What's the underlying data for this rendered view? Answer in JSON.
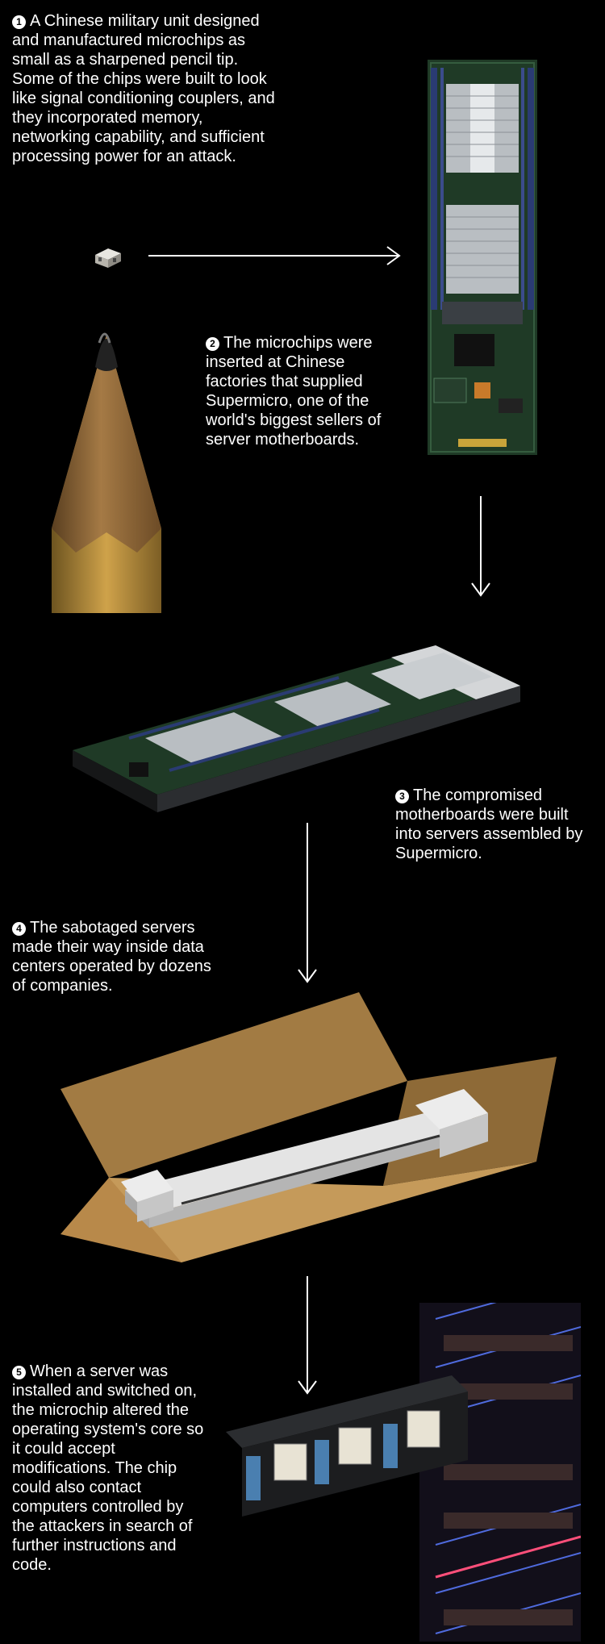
{
  "steps": [
    {
      "num": "1",
      "text": "A Chinese military unit designed and manufactured microchips as small as a sharpened pencil tip. Some of the chips were built to look like signal conditioning couplers, and they incorporated memory, networking capability, and sufficient processing power for an attack."
    },
    {
      "num": "2",
      "text": "The microchips were inserted at Chinese factories that supplied Supermicro, one of the world's biggest sellers of server motherboards."
    },
    {
      "num": "3",
      "text": "The compromised motherboards were built into servers assembled by Supermicro."
    },
    {
      "num": "4",
      "text": "The sabotaged servers made their way inside data centers operated by dozens of companies."
    },
    {
      "num": "5",
      "text": "When a server was installed and switched on, the microchip altered the operating system's core so it could accept modifications. The chip could also contact computers controlled by the attackers in search of further instructions and code."
    }
  ],
  "colors": {
    "background": "#000000",
    "text": "#ffffff",
    "pcb": "#1f3a26",
    "heatsink": "#b9bec2",
    "cardboard": "#b58a4e",
    "foam": "#e4e4e4",
    "pencil_wood": "#9c7442",
    "pencil_paint": "#c99b3d",
    "rack_light_blue": "#5a7bff",
    "rack_light_red": "#ff4f7a"
  },
  "icons": [
    "chip-icon",
    "arrow-right-icon",
    "arrow-down-icon"
  ]
}
